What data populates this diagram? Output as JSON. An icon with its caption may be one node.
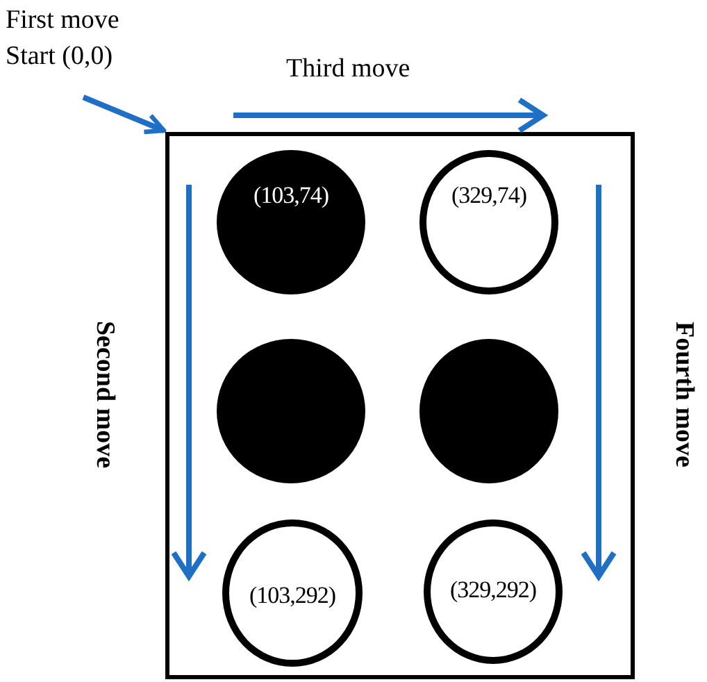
{
  "diagram": {
    "nodes": [
      {
        "text": [
          "First move",
          "Start (0,0)"
        ]
      },
      {
        "text": [],
        "shape": "box"
      },
      {
        "text": [
          "(103,74)"
        ],
        "in": 1
      },
      {
        "text": [
          "(329,74)"
        ],
        "in": 1
      },
      {
        "text": [],
        "shape": "circle",
        "in": 1
      },
      {
        "text": [],
        "shape": "circle",
        "in": 1
      },
      {
        "text": [
          "(103,292)"
        ],
        "in": 1
      },
      {
        "text": [
          "(329,292)"
        ],
        "in": 1
      }
    ],
    "edges": [
      {
        "from": 0,
        "to": 1,
        "arrow": "to"
      }
    ],
    "labels": [
      "Third move",
      "Second move",
      "Fourth move"
    ]
  }
}
